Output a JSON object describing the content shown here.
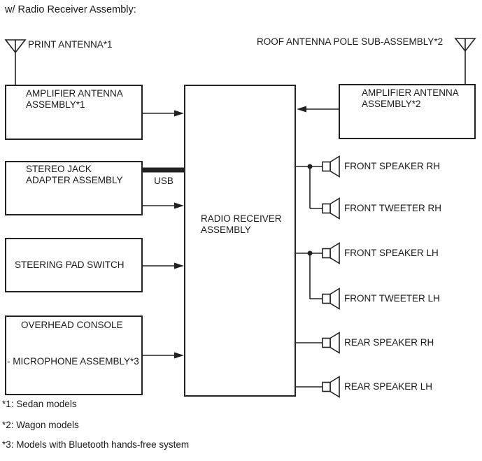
{
  "title": "w/ Radio Receiver Assembly:",
  "antennas": {
    "print": "PRINT ANTENNA*1",
    "roof": "ROOF ANTENNA POLE SUB-ASSEMBLY*2"
  },
  "boxes": {
    "amplifier_antenna_1": {
      "line1": "AMPLIFIER ANTENNA",
      "line2": "ASSEMBLY*1"
    },
    "stereo_jack_adapter": {
      "line1": "STEREO JACK",
      "line2": "ADAPTER ASSEMBLY"
    },
    "steering_pad_switch": {
      "label": "STEERING PAD SWITCH"
    },
    "overhead_console": {
      "line1": "OVERHEAD CONSOLE",
      "line2": "- MICROPHONE ASSEMBLY*3"
    },
    "radio_receiver": {
      "line1": "RADIO RECEIVER",
      "line2": "ASSEMBLY"
    },
    "amplifier_antenna_2": {
      "line1": "AMPLIFIER ANTENNA",
      "line2": "ASSEMBLY*2"
    }
  },
  "usb_label": "USB",
  "speakers": [
    {
      "label": "FRONT SPEAKER RH"
    },
    {
      "label": "FRONT TWEETER RH"
    },
    {
      "label": "FRONT SPEAKER LH"
    },
    {
      "label": "FRONT TWEETER LH"
    },
    {
      "label": "REAR SPEAKER RH"
    },
    {
      "label": "REAR SPEAKER LH"
    }
  ],
  "notes": [
    "*1: Sedan models",
    "*2: Wagon models",
    "*3: Models with Bluetooth hands-free system"
  ],
  "icons": {
    "antenna": "antenna-icon (inverted triangle with mast)",
    "speaker": "speaker-icon (driver box with horn cone)",
    "junction": "junction-dot (filled circle)",
    "arrow": "arrowhead (filled triangle)"
  },
  "colors": {
    "line": "#222222",
    "text": "#1a1a1a",
    "background": "#ffffff"
  }
}
